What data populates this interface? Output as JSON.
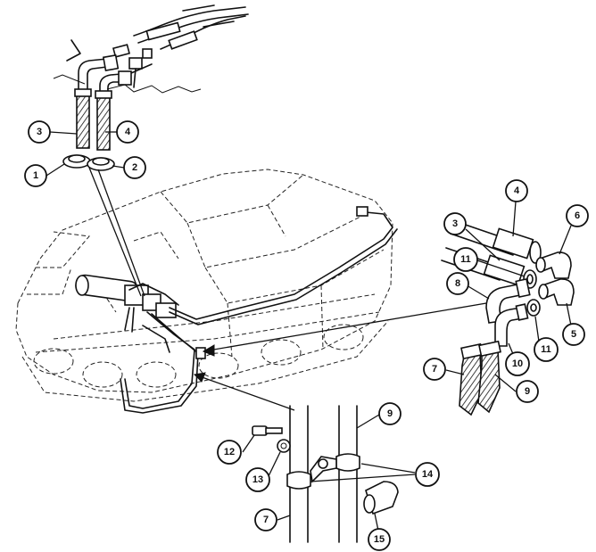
{
  "callouts": [
    {
      "id": "c1",
      "label": "1"
    },
    {
      "id": "c2",
      "label": "2"
    },
    {
      "id": "c3a",
      "label": "3"
    },
    {
      "id": "c4a",
      "label": "4"
    },
    {
      "id": "c3b",
      "label": "3"
    },
    {
      "id": "c4b",
      "label": "4"
    },
    {
      "id": "c6",
      "label": "6"
    },
    {
      "id": "c11a",
      "label": "11"
    },
    {
      "id": "c8",
      "label": "8"
    },
    {
      "id": "c5",
      "label": "5"
    },
    {
      "id": "c11b",
      "label": "11"
    },
    {
      "id": "c10",
      "label": "10"
    },
    {
      "id": "c7a",
      "label": "7"
    },
    {
      "id": "c9a",
      "label": "9"
    },
    {
      "id": "c9b",
      "label": "9"
    },
    {
      "id": "c12",
      "label": "12"
    },
    {
      "id": "c13",
      "label": "13"
    },
    {
      "id": "c14",
      "label": "14"
    },
    {
      "id": "c7b",
      "label": "7"
    },
    {
      "id": "c15",
      "label": "15"
    }
  ]
}
